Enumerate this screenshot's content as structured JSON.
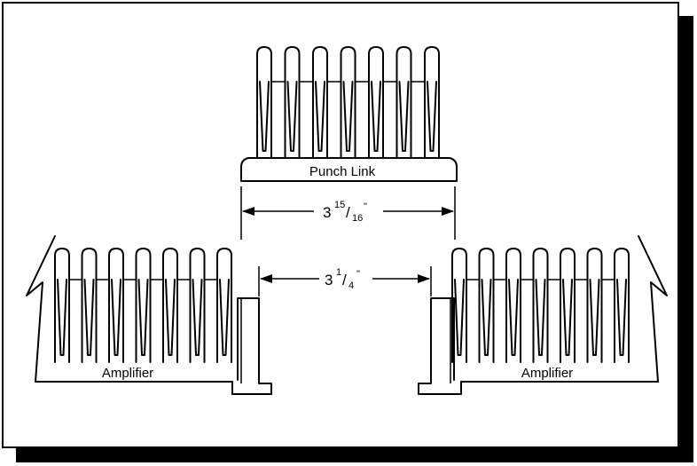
{
  "labels": {
    "top_part": "Punch Link",
    "left_part": "Amplifier",
    "right_part": "Amplifier"
  },
  "dimensions": {
    "outer": {
      "whole": "3",
      "numerator": "15",
      "denominator": "16",
      "unit": "\""
    },
    "inner": {
      "whole": "3",
      "numerator": "1",
      "denominator": "4",
      "unit": "\""
    }
  }
}
